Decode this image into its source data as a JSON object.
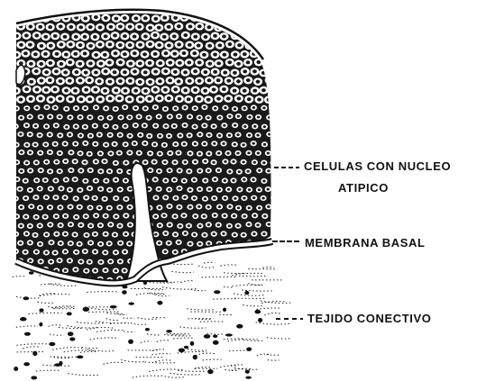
{
  "labels": {
    "celulas_line1": "CELULAS CON NUCLEO",
    "celulas_line2": "ATIPICO",
    "membrana": "MEMBRANA BASAL",
    "tejido": "TEJIDO CONECTIVO"
  },
  "colors": {
    "ink": "#111111",
    "paper": "#ffffff"
  },
  "illustration": "histology-section-icon"
}
